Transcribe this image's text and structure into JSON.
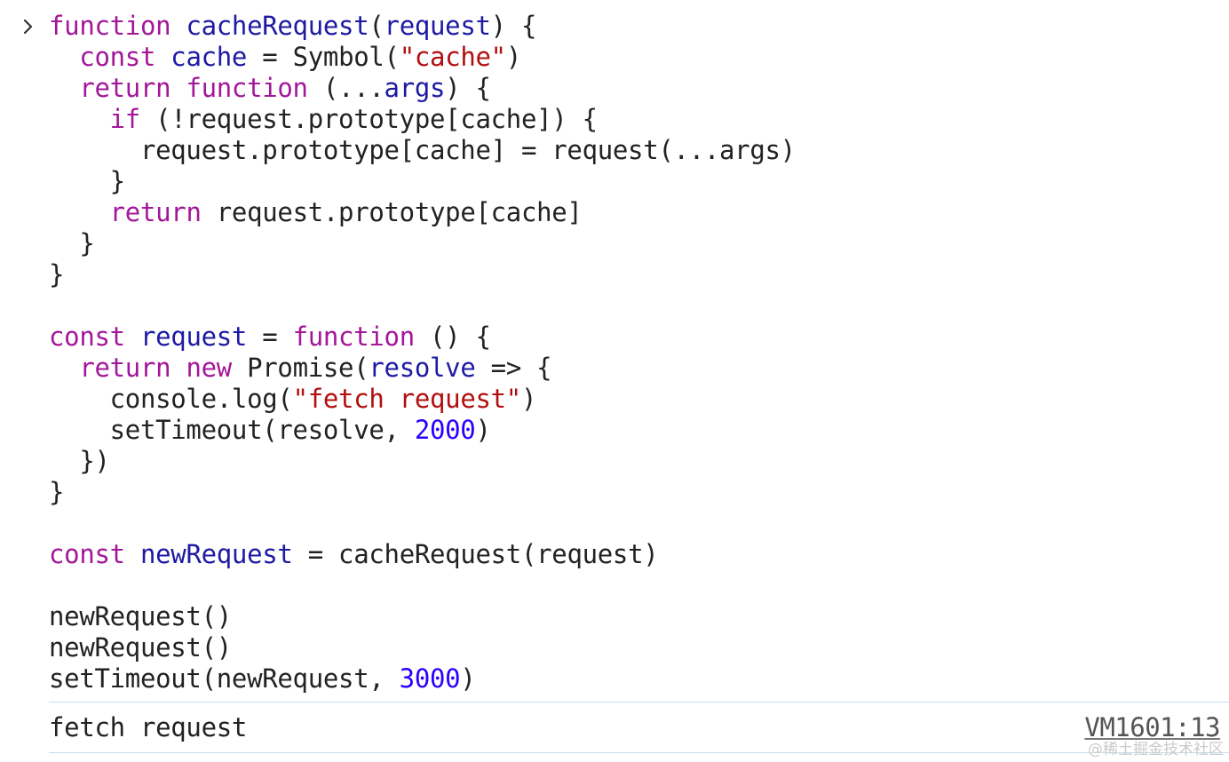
{
  "console": {
    "prompt_icon": "chevron-right-icon",
    "code_lines": [
      [
        {
          "t": "kw",
          "v": "function "
        },
        {
          "t": "def",
          "v": "cacheRequest"
        },
        {
          "t": "txt",
          "v": "("
        },
        {
          "t": "def",
          "v": "request"
        },
        {
          "t": "txt",
          "v": ") {"
        }
      ],
      [
        {
          "t": "txt",
          "v": "  "
        },
        {
          "t": "kw",
          "v": "const "
        },
        {
          "t": "def",
          "v": "cache"
        },
        {
          "t": "txt",
          "v": " = Symbol("
        },
        {
          "t": "str",
          "v": "\"cache\""
        },
        {
          "t": "txt",
          "v": ")"
        }
      ],
      [
        {
          "t": "txt",
          "v": "  "
        },
        {
          "t": "kw",
          "v": "return function "
        },
        {
          "t": "txt",
          "v": "(..."
        },
        {
          "t": "def",
          "v": "args"
        },
        {
          "t": "txt",
          "v": ") {"
        }
      ],
      [
        {
          "t": "txt",
          "v": "    "
        },
        {
          "t": "kw",
          "v": "if "
        },
        {
          "t": "txt",
          "v": "(!request.prototype[cache]) {"
        }
      ],
      [
        {
          "t": "txt",
          "v": "      request.prototype[cache] = request(...args)"
        }
      ],
      [
        {
          "t": "txt",
          "v": "    }"
        }
      ],
      [
        {
          "t": "txt",
          "v": "    "
        },
        {
          "t": "kw",
          "v": "return "
        },
        {
          "t": "txt",
          "v": "request.prototype[cache]"
        }
      ],
      [
        {
          "t": "txt",
          "v": "  }"
        }
      ],
      [
        {
          "t": "txt",
          "v": "}"
        }
      ],
      [],
      [
        {
          "t": "kw",
          "v": "const "
        },
        {
          "t": "def",
          "v": "request"
        },
        {
          "t": "txt",
          "v": " = "
        },
        {
          "t": "kw",
          "v": "function "
        },
        {
          "t": "txt",
          "v": "() {"
        }
      ],
      [
        {
          "t": "txt",
          "v": "  "
        },
        {
          "t": "kw",
          "v": "return new "
        },
        {
          "t": "txt",
          "v": "Promise("
        },
        {
          "t": "def",
          "v": "resolve"
        },
        {
          "t": "txt",
          "v": " => {"
        }
      ],
      [
        {
          "t": "txt",
          "v": "    console.log("
        },
        {
          "t": "str",
          "v": "\"fetch request\""
        },
        {
          "t": "txt",
          "v": ")"
        }
      ],
      [
        {
          "t": "txt",
          "v": "    setTimeout(resolve, "
        },
        {
          "t": "num",
          "v": "2000"
        },
        {
          "t": "txt",
          "v": ")"
        }
      ],
      [
        {
          "t": "txt",
          "v": "  })"
        }
      ],
      [
        {
          "t": "txt",
          "v": "}"
        }
      ],
      [],
      [
        {
          "t": "kw",
          "v": "const "
        },
        {
          "t": "def",
          "v": "newRequest"
        },
        {
          "t": "txt",
          "v": " = cacheRequest(request)"
        }
      ],
      [],
      [
        {
          "t": "txt",
          "v": "newRequest()"
        }
      ],
      [
        {
          "t": "txt",
          "v": "newRequest()"
        }
      ],
      [
        {
          "t": "txt",
          "v": "setTimeout(newRequest, "
        },
        {
          "t": "num",
          "v": "3000"
        },
        {
          "t": "txt",
          "v": ")"
        }
      ]
    ],
    "log_message": "fetch request",
    "log_source": "VM1601:13"
  },
  "watermark": "@稀土掘金技术社区",
  "colors": {
    "keyword": "#a3179a",
    "definition": "#1d1aa3",
    "string": "#b20f0f",
    "number": "#2a00ff",
    "text": "#222222",
    "divider": "#c9dce9"
  }
}
